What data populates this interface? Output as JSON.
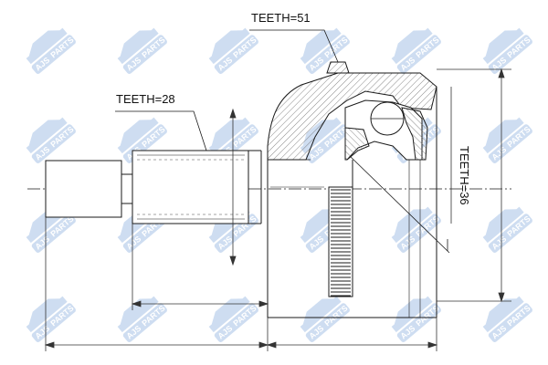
{
  "labels": {
    "teeth_outer": "TEETH=51",
    "teeth_shaft": "TEETH=28",
    "teeth_inner": "TEETH=36"
  },
  "watermark": {
    "brand": "AJS",
    "suffix": "PARTS",
    "icon": "car-silhouette-icon"
  },
  "colors": {
    "line": "#1a1a1a",
    "dim": "#333333",
    "hatch": "#6b6b6b",
    "watermark": "#a7c3e6"
  }
}
